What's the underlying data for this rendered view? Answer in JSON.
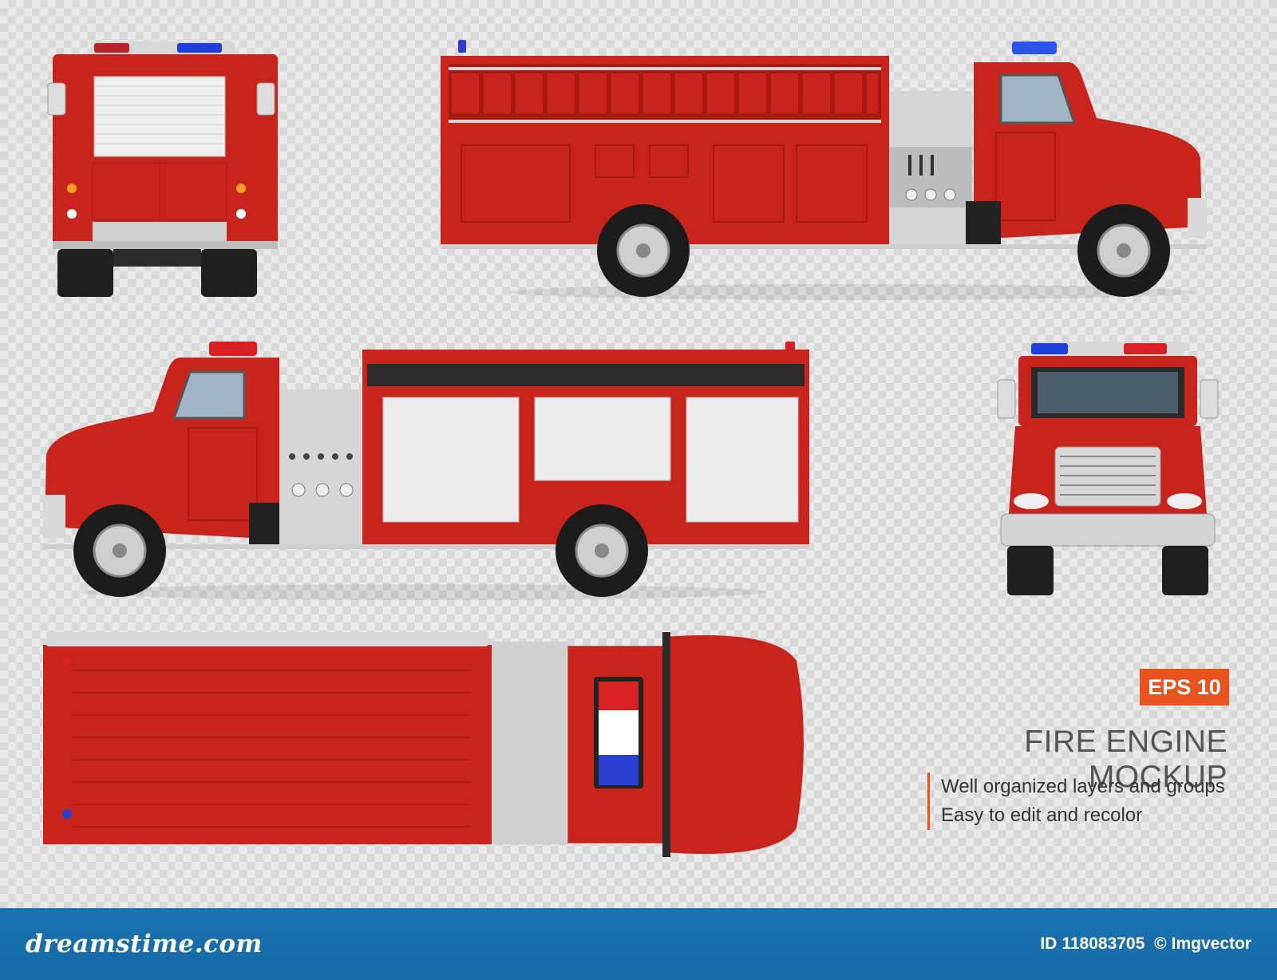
{
  "views": {
    "rear": "rear-view",
    "left_side": "left-side-view",
    "right_side": "right-side-view",
    "front": "front-view",
    "top": "top-view"
  },
  "badge": {
    "label": "EPS 10"
  },
  "title": "FIRE ENGINE MOCKUP",
  "features": [
    "Well organized layers and groups",
    "Easy to edit and recolor"
  ],
  "footer": {
    "site": "dreamstime.com",
    "id_label": "ID",
    "id_value": "118083705",
    "copyright": "©",
    "author": "Imgvector"
  },
  "colors": {
    "truck_red": "#c8241c",
    "accent_orange": "#e8541f",
    "footer_blue": "#1a73b1",
    "chrome": "#d8d8d8"
  }
}
